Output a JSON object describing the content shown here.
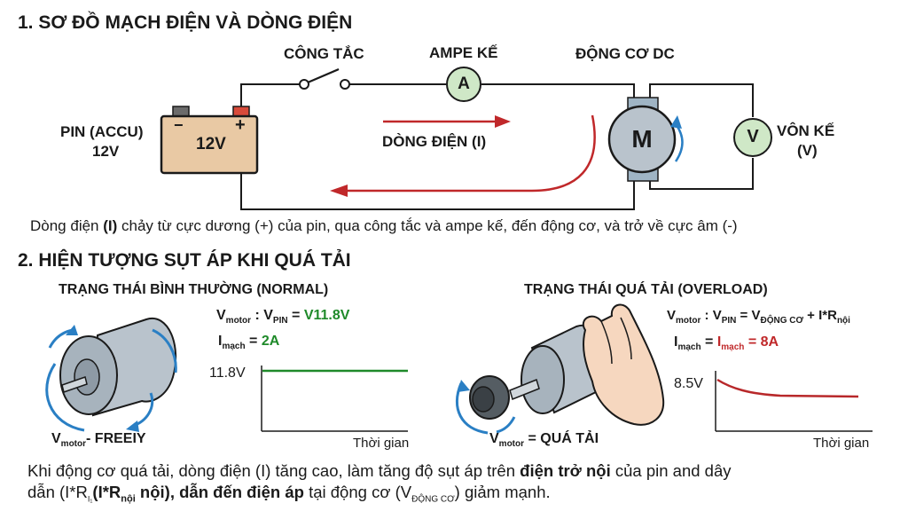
{
  "section1": {
    "title": "1. SƠ ĐỒ MẠCH ĐIỆN VÀ DÒNG ĐIỆN",
    "switch_label": "CÔNG TẮC",
    "ammeter_label": "AMPE KẾ",
    "ammeter_symbol": "A",
    "motor_label": "ĐỘNG CƠ DC",
    "motor_symbol": "M",
    "battery_label_line1": "PIN (ACCU)",
    "battery_label_line2": "12V",
    "battery_voltage": "12V",
    "battery_minus": "−",
    "battery_plus": "+",
    "current_label": "DÒNG ĐIỆN (I)",
    "voltmeter_symbol": "V",
    "voltmeter_label_line1": "VÔN KẾ",
    "voltmeter_label_line2": "(V)",
    "caption_pre": "Dòng điện ",
    "caption_bold": "(I)",
    "caption_post": " chảy từ cực dương (+) của pin, qua công tắc và ampe kế, đến động cơ, và trở về cực âm (-)"
  },
  "section2": {
    "title": "2. HIỆN TƯỢNG SỤT ÁP KHI QUÁ TẢI",
    "normal": {
      "title": "TRẠNG THÁI BÌNH THƯỜNG (NORMAL)",
      "v_symbol": "V",
      "v_sub": "motor",
      "v_sep": " : V",
      "v_pin_sub": "PIN",
      "v_eq": " = ",
      "v_value": "V11.8V",
      "i_symbol": "I",
      "i_sub": "mạch",
      "i_eq": " = ",
      "i_value": "2A",
      "tick_label": "11.8V",
      "x_axis_label": "Thời gian",
      "motor_caption_v": "V",
      "motor_caption_sub": "motor",
      "motor_caption_text": "- FREEIY"
    },
    "overload": {
      "title": "TRẠNG THÁI QUÁ TẢI (OVERLOAD)",
      "v_symbol": "V",
      "v_sub": "motor",
      "v_sep": " : V",
      "v_pin_sub": "PIN",
      "v_eq": " = V",
      "v_dc_sub": "ĐỘNG CƠ",
      "v_plus": " + I*R",
      "v_r_sub": "nội",
      "i_symbol": "I",
      "i_sub": "mạch",
      "i_eq": " = ",
      "i_value_sym": "I",
      "i_value_sub": "mạch",
      "i_value_rest": " = 8A",
      "tick_label": "8.5V",
      "x_axis_label": "Thời gian",
      "motor_caption_v": "V",
      "motor_caption_sub": "motor",
      "motor_caption_text": " = QUÁ TẢI"
    },
    "para_1_pre": "Khi động cơ quá tải, dòng điện (I) tăng cao, làm tăng độ sụt áp trên ",
    "para_1_bold": "điện trở nội",
    "para_1_post": " của pin and dây",
    "para_2_a": "dẫn (I*R",
    "para_2_a_sub": "I₁",
    "para_2_b": "(I*R",
    "para_2_b_sub": "nội",
    "para_2_c": " nội)",
    "para_2_d": ", dẫn đến điện áp",
    "para_2_e": " tại động cơ (V",
    "para_2_e_sub": "ĐỘNG CƠ",
    "para_2_f": ") giảm mạnh."
  },
  "colors": {
    "wire": "#1a1a1a",
    "battery": "#e9c9a4",
    "meter": "#cfe8c7",
    "current_arrow": "#c0282a",
    "motor_grey": "#b9c3cc",
    "rotation": "#2a7fc4",
    "normal_line": "#1f8a2a",
    "overload_line": "#b8282a"
  }
}
